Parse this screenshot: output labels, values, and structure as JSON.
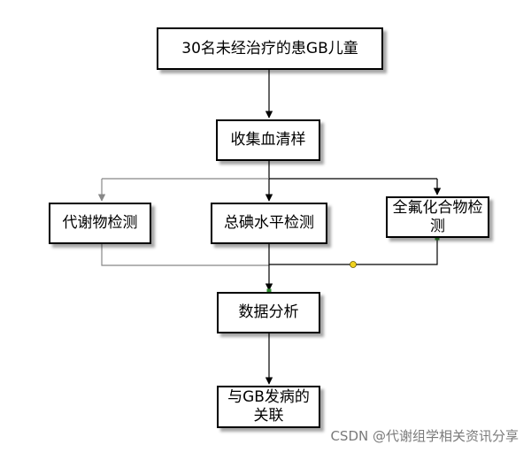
{
  "nodes": {
    "start": {
      "text": "30名未经治疗的患GB儿童"
    },
    "collect": {
      "text": "收集血清样"
    },
    "metabolite": {
      "text": "代谢物检测"
    },
    "iodine": {
      "text": "总碘水平检测"
    },
    "pfc": {
      "text": "全氟化合物检测"
    },
    "analysis": {
      "text": "数据分析"
    },
    "association": {
      "text": "与GB发病的关联"
    }
  },
  "watermark": "CSDN @代谢组学相关资讯分享",
  "colors": {
    "box_border": "#000000",
    "connector": "#000000",
    "secondary_connector": "#888888",
    "handle_green": "#2e8b2e",
    "handle_yellow": "#f0d21e"
  }
}
